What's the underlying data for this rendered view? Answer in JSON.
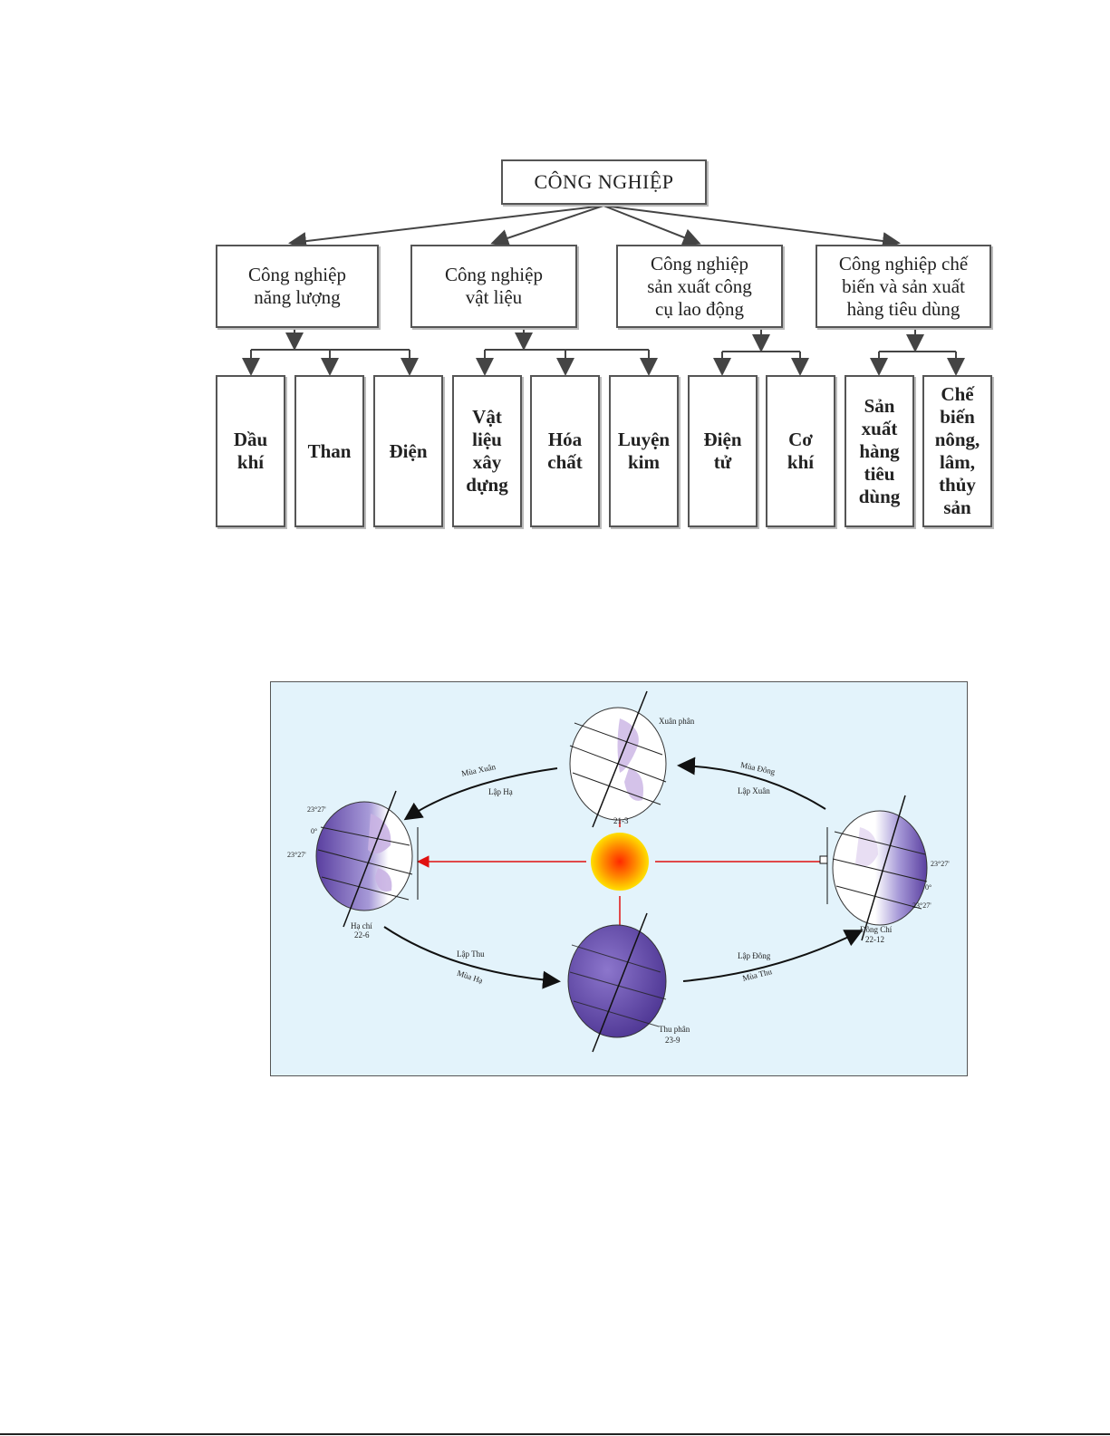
{
  "industry_chart": {
    "root": "CÔNG NGHIỆP",
    "groups": [
      {
        "label": "Công nghiệp\nnăng lượng",
        "children": [
          "Dầu\nkhí",
          "Than",
          "Điện"
        ]
      },
      {
        "label": "Công nghiệp\nvật liệu",
        "children": [
          "Vật\nliệu\nxây\ndựng",
          "Hóa\nchất",
          "Luyện\nkim"
        ]
      },
      {
        "label": "Công nghiệp\nsản xuất công\ncụ lao động",
        "children": [
          "Điện\ntử",
          "Cơ\nkhí"
        ]
      },
      {
        "label": "Công nghiệp chế\nbiến và sản xuất\nhàng tiêu dùng",
        "children": [
          "Sản\nxuất\nhàng\ntiêu\ndùng",
          "Chế\nbiến\nnông,\nlâm,\nthủy\nsản"
        ]
      }
    ]
  },
  "seasons_diagram": {
    "positions": {
      "xuan_phan": {
        "name": "Xuân phân",
        "date": "21-3"
      },
      "ha_chi": {
        "name": "Hạ chí",
        "date": "22-6"
      },
      "thu_phan": {
        "name": "Thu phân",
        "date": "23-9"
      },
      "dong_chi": {
        "name": "Đông Chí",
        "date": "22-12"
      }
    },
    "arcs": {
      "top_left": {
        "season": "Mùa Xuân",
        "start": "Lập Hạ"
      },
      "top_right": {
        "season": "Mùa Đông",
        "start": "Lập Xuân"
      },
      "bottom_left": {
        "start": "Lập Thu",
        "season": "Mùa Hạ"
      },
      "bottom_right": {
        "start": "Lập Đông",
        "season": "Mùa Thu"
      }
    },
    "latitudes": {
      "left_top": "23°27'",
      "left_mid": "0°",
      "left_low": "23°27'",
      "right_top": "23°27'",
      "right_mid": "0°",
      "right_low": "23°27'"
    },
    "colors": {
      "sun_core": "#ff2a00",
      "sun_glow": "#ffe000",
      "ray": "#e01010",
      "earth_dark": "#6a4fb0",
      "background": "#e3f3fb"
    }
  }
}
